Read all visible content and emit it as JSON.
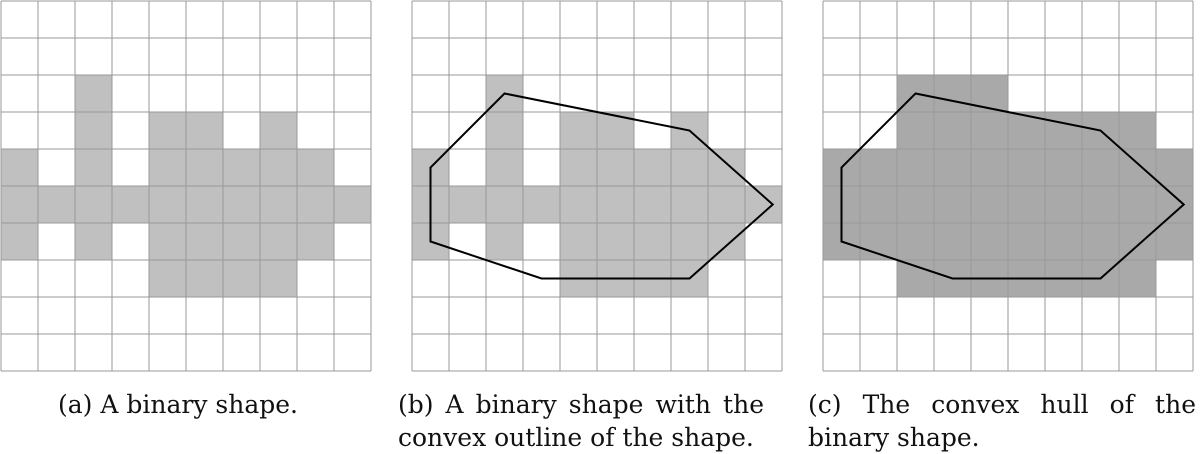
{
  "captions": {
    "a": "(a) A binary shape.",
    "b": "(b) A binary shape with the convex outline of the shape.",
    "c": "(c) The convex hull of the binary shape."
  },
  "grid": {
    "cols": 10,
    "rows": 10
  },
  "colors": {
    "grid_line": "#999999",
    "shape_fill": "#c0c0c0",
    "hull_fill": "#a9a9a9",
    "outline": "#000000"
  },
  "shape_rows": [
    "..........",
    "..........",
    "..X.......",
    "..X.XX.X..",
    "X.X.XXXXX.",
    "XXXXXXXXXX",
    "X.X.XXXXX.",
    "....XXXX..",
    "..........",
    ".........."
  ],
  "hull_rows": [
    "..........",
    "..........",
    "..XXX.....",
    "..XXXXXXX.",
    "XXXXXXXXXX",
    "XXXXXXXXXX",
    "XXXXXXXXXX",
    "..XXXXXXX.",
    "..........",
    ".........."
  ],
  "outline_polygon": [
    [
      2.5,
      2.5
    ],
    [
      7.5,
      3.5
    ],
    [
      9.75,
      5.5
    ],
    [
      7.5,
      7.5
    ],
    [
      3.5,
      7.5
    ],
    [
      0.5,
      6.5
    ],
    [
      0.5,
      4.5
    ]
  ]
}
